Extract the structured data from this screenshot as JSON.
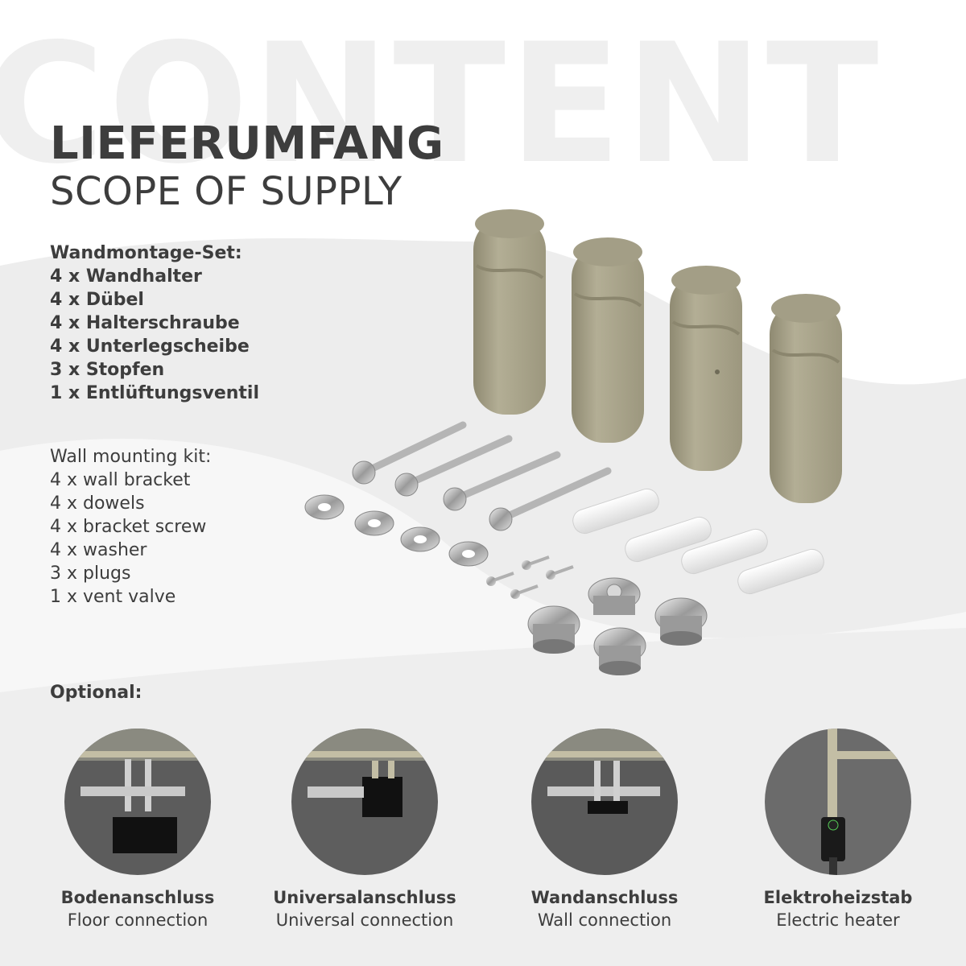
{
  "watermark": "CONTENT",
  "title": {
    "de": "LIEFERUMFANG",
    "en": "SCOPE OF SUPPLY"
  },
  "list_de": {
    "heading": "Wandmontage-Set:",
    "items": [
      "4 x Wandhalter",
      "4 x Dübel",
      "4 x Halterschraube",
      "4 x Unterlegscheibe",
      "3 x Stopfen",
      "1 x Entlüftungsventil"
    ]
  },
  "list_en": {
    "heading": "Wall mounting kit:",
    "items": [
      "4 x wall bracket",
      "4 x dowels",
      "4 x bracket screw",
      "4 x washer",
      "3 x plugs",
      "1 x vent valve"
    ]
  },
  "optional": {
    "label": "Optional:",
    "items": [
      {
        "de": "Bodenanschluss",
        "en": "Floor connection",
        "icon": "floor-connection-icon"
      },
      {
        "de": "Universalanschluss",
        "en": "Universal connection",
        "icon": "universal-connection-icon"
      },
      {
        "de": "Wandanschluss",
        "en": "Wall connection",
        "icon": "wall-connection-icon"
      },
      {
        "de": "Elektroheizstab",
        "en": "Electric heater",
        "icon": "electric-heater-icon"
      }
    ]
  },
  "colors": {
    "bracket": "#a8a38a",
    "text": "#3d3d3d",
    "wave": "#ececec",
    "chrome": "#c9c9c9"
  }
}
